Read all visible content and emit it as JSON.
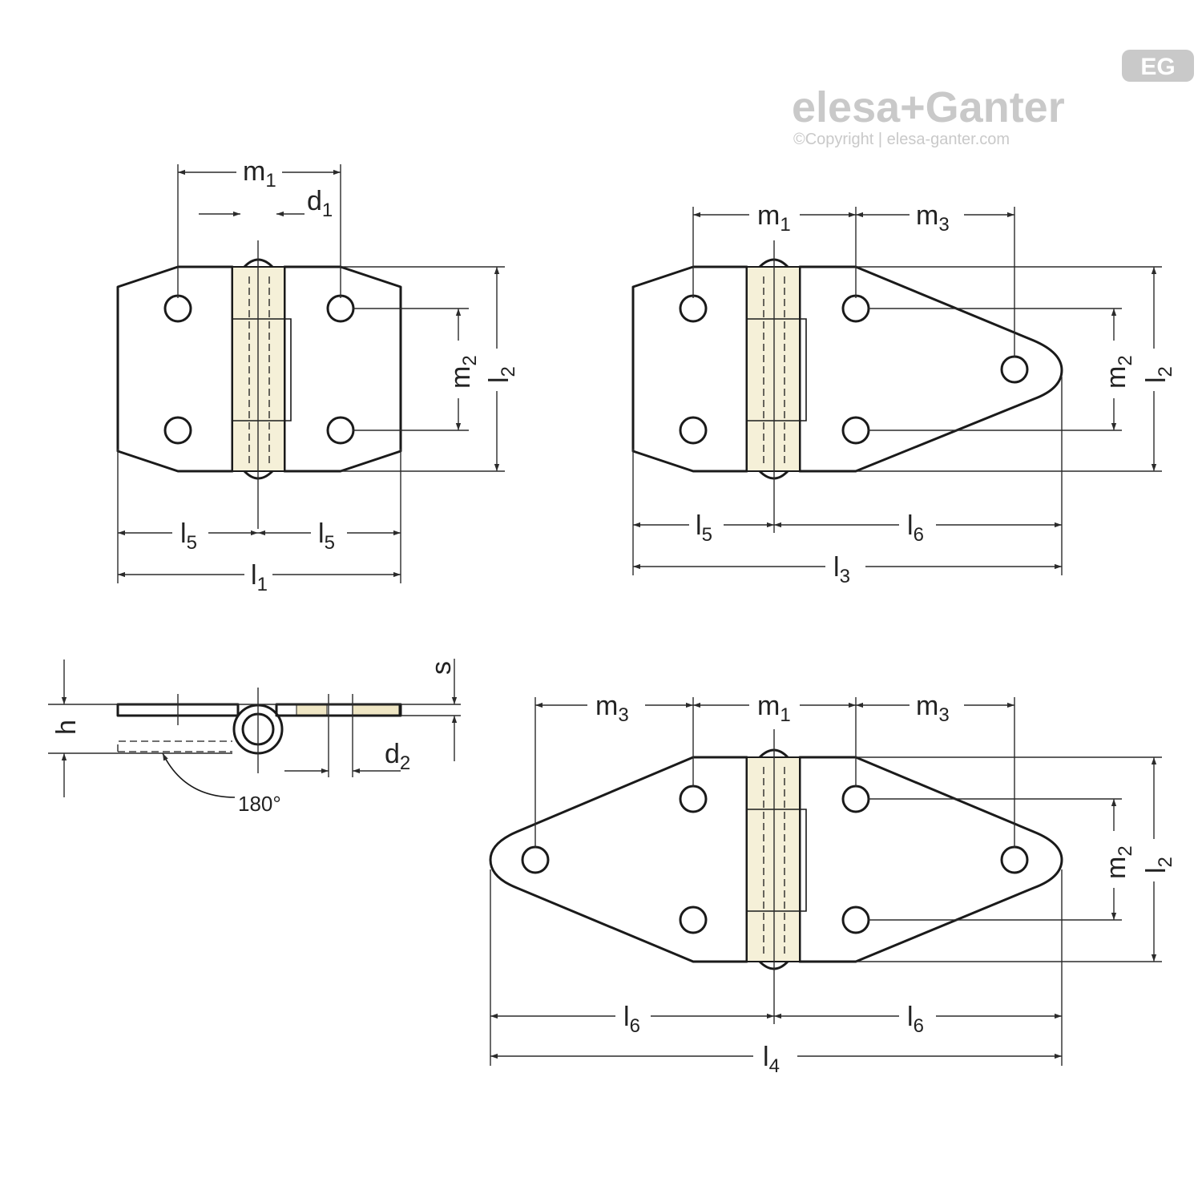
{
  "logo": {
    "badge": "EG",
    "brand": "elesa+Ganter",
    "copyright": "©Copyright | elesa-ganter.com"
  },
  "labels": {
    "m": "m",
    "l": "l",
    "d": "d",
    "s": "s",
    "h": "h",
    "sub_1": "1",
    "sub_2": "2",
    "sub_3": "3",
    "sub_4": "4",
    "sub_5": "5",
    "sub_6": "6",
    "angle": "180°"
  }
}
